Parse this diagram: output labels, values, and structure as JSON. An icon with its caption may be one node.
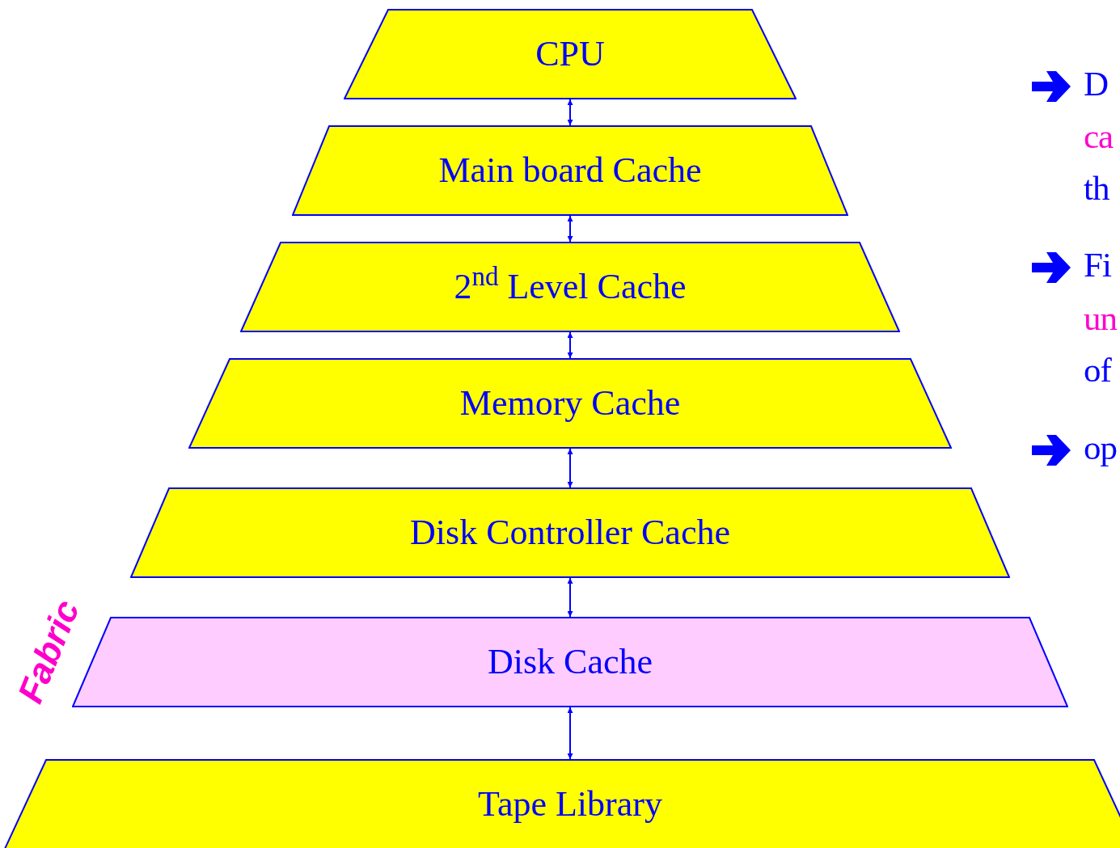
{
  "diagram": {
    "nodes": [
      {
        "text": [
          "CPU"
        ]
      },
      {
        "text": [
          "Main board Cache"
        ]
      },
      {
        "text": [
          "2$^{nd}$ Level Cache"
        ]
      },
      {
        "text": [
          "Memory Cache"
        ]
      },
      {
        "text": [
          "Disk Controller Cache"
        ]
      },
      {
        "text": [
          "Disk Cache"
        ]
      },
      {
        "text": [
          "Tape Library"
        ]
      }
    ],
    "edges": [
      {
        "from": 0,
        "to": 1,
        "arrow": "both"
      },
      {
        "from": 1,
        "to": 2,
        "arrow": "both"
      },
      {
        "from": 2,
        "to": 3,
        "arrow": "both"
      },
      {
        "from": 3,
        "to": 4,
        "arrow": "both"
      },
      {
        "from": 4,
        "to": 5,
        "arrow": "both"
      },
      {
        "from": 5,
        "to": 6,
        "arrow": "both"
      }
    ],
    "labels": [
      "Fabric",
      "D",
      "ca",
      "th",
      "Fi",
      "un",
      "of",
      "op"
    ]
  }
}
